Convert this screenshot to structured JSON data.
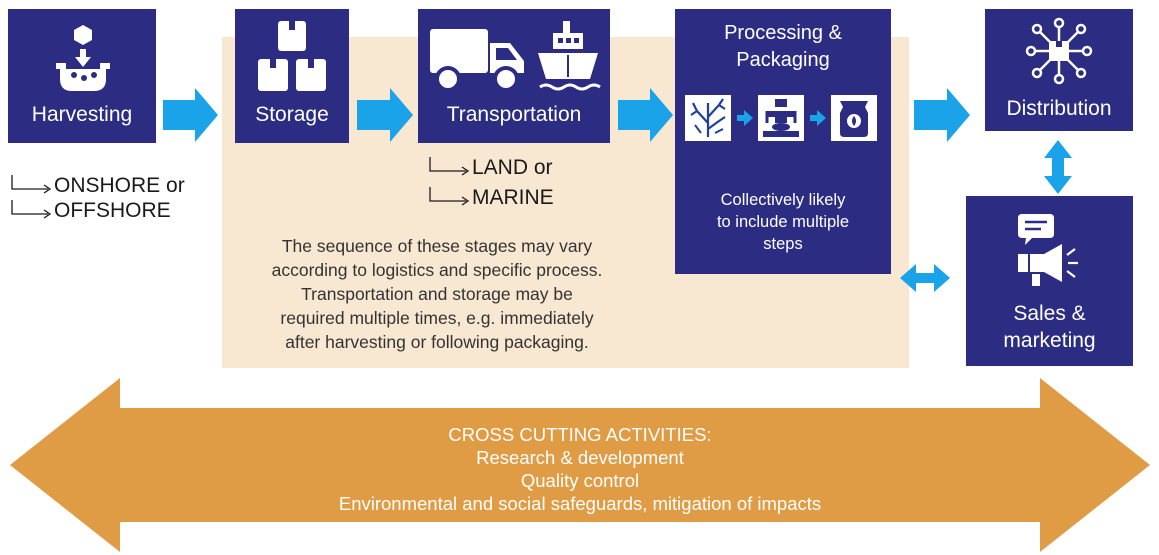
{
  "stages": {
    "harvesting": {
      "label": "Harvesting",
      "icon": "harvest-bowl-icon"
    },
    "storage": {
      "label": "Storage",
      "icon": "stacked-boxes-icon"
    },
    "transportation": {
      "label": "Transportation",
      "icon": "truck-and-ship-icon"
    },
    "processing": {
      "label_line1": "Processing &",
      "label_line2": "Packaging",
      "steps_icons": [
        "seaweed-icon",
        "processing-machine-icon",
        "package-bag-icon"
      ],
      "note_line1": "Collectively likely",
      "note_line2": "to include multiple",
      "note_line3": "steps"
    },
    "distribution": {
      "label": "Distribution",
      "icon": "distribution-network-icon"
    },
    "sales": {
      "label_line1": "Sales &",
      "label_line2": "marketing",
      "icon": "megaphone-icon"
    }
  },
  "harvesting_options": [
    "ONSHORE or",
    "OFFSHORE"
  ],
  "transport_options": [
    "LAND or",
    "MARINE"
  ],
  "sequence_note": [
    "The sequence of these stages may vary",
    "according to logistics and specific process.",
    "Transportation and storage may be",
    "required multiple times, e.g. immediately",
    "after harvesting or following packaging."
  ],
  "cross_cutting": {
    "title": "CROSS CUTTING ACTIVITIES:",
    "items": [
      "Research & development",
      "Quality control",
      "Environmental and social safeguards, mitigation of impacts"
    ]
  },
  "colors": {
    "box": "#2c2c82",
    "flow_arrow": "#1aa3e8",
    "panel": "#f8e8d2",
    "cross_cutting_arrow": "#e09b45"
  }
}
